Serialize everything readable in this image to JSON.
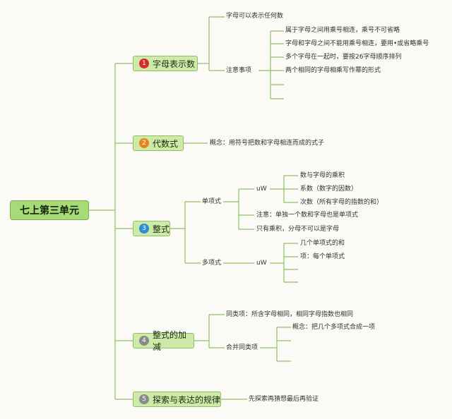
{
  "root": "七上第三单元",
  "colors": {
    "num1": "#d62d2d",
    "num2": "#e8821e",
    "num3": "#2c8fd6",
    "num4": "#8a8a8a",
    "num5": "#8a8a8a"
  },
  "branches": [
    {
      "num": "1",
      "title": "字母表示数",
      "item1": "字母可以表示任何数",
      "sub_label": "注意事项",
      "notes": [
        "属于字母之间用乘号相连，乘号不可省略",
        "字母和字母之间不能用乘号相连，要用•或省略乘号",
        "多个字母在一起时，要按26字母顺序排列",
        "两个相同的字母相乘写作幂的形式"
      ]
    },
    {
      "num": "2",
      "title": "代数式",
      "concept": "概念：用符号把数和字母相连而成的式子"
    },
    {
      "num": "3",
      "title": "整式",
      "monomial": "单项式",
      "mono_sub": "uW",
      "mono_items": [
        "数与字母的乘积",
        "系数（数字的因数）",
        "次数（所有字母的指数的和）"
      ],
      "mono_note1": "注意：单独一个数和字母也是单项式",
      "mono_note2": "只有乘积，分母不可以是字母",
      "polynomial": "多项式",
      "poly_sub": "uW",
      "poly_items": [
        "几个单项式的和",
        "项：每个单项式"
      ]
    },
    {
      "num": "4",
      "title": "整式的加减",
      "like_terms": "同类项：所含字母相同，相同字母指数也相同",
      "merge": "合并同类项",
      "merge_concept": "概念：把几个多项式合成一项"
    },
    {
      "num": "5",
      "title": "探索与表达的规律",
      "method": "先探索再猜想最后再验证"
    }
  ]
}
